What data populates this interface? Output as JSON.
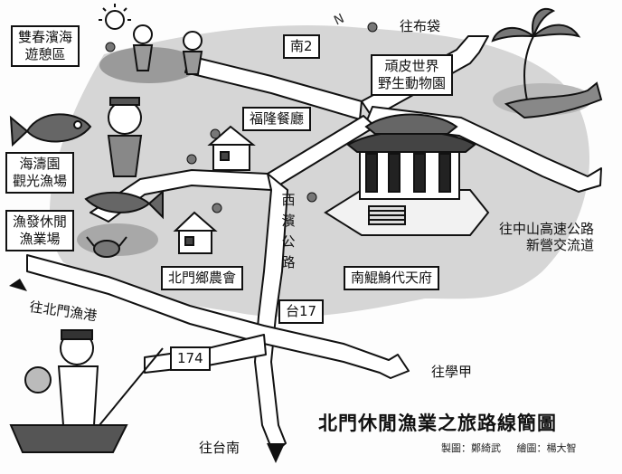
{
  "map": {
    "title": "北門休閒漁業之旅路線簡圖",
    "north_marker": "N",
    "credits": {
      "design": "製圖：鄭綺武",
      "illustration": "繪圖：楊大智"
    },
    "road_labels": {
      "south2": "南2",
      "provincial17": "台17",
      "route174": "174",
      "xibin_road": [
        "西",
        "濱",
        "公",
        "路"
      ]
    },
    "directions": {
      "to_bubudai": "往布袋",
      "to_zhongshan_highway_line1": "往中山高速公路",
      "to_zhongshan_highway_line2": "新營交流道",
      "to_xuejia": "往學甲",
      "to_tainan": "往台南",
      "to_beimen_harbor": "往北門漁港"
    },
    "places": {
      "shuangchun_line1": "雙春濱海",
      "shuangchun_line2": "遊憩區",
      "wanpi_line1": "頑皮世界",
      "wanpi_line2": "野生動物園",
      "fulong_restaurant": "福隆餐廳",
      "haitao_line1": "海濤園",
      "haitao_line2": "觀光漁場",
      "yufa_line1": "漁發休閒",
      "yufa_line2": "漁業場",
      "beimen_farmers": "北門鄉農會",
      "nankunshen_temple": "南鯤鯓代天府"
    }
  }
}
